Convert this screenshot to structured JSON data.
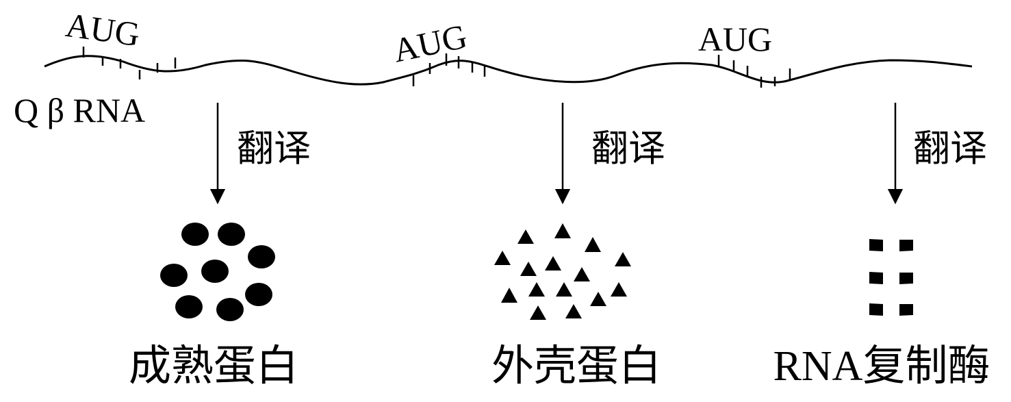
{
  "rna": {
    "label": "Q β RNA",
    "start_codons": [
      "AUG",
      "AUG",
      "AUG"
    ]
  },
  "process": {
    "label": "翻译"
  },
  "products": [
    {
      "name": "成熟蛋白",
      "marker": "circle"
    },
    {
      "name": "外壳蛋白",
      "marker": "triangle"
    },
    {
      "name": "RNA复制酶",
      "marker": "square"
    }
  ],
  "colors": {
    "ink": "#000000",
    "background": "#ffffff"
  }
}
